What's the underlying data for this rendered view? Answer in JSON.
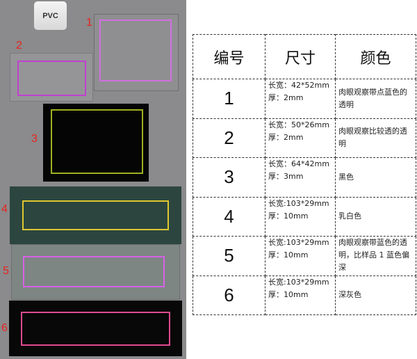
{
  "photo": {
    "label": "PVC",
    "samples": [
      {
        "number": "1",
        "board_color": "#8f8f91",
        "frame_color": "#d070e0"
      },
      {
        "number": "2",
        "board_color": "#959597",
        "frame_color": "#c040d0"
      },
      {
        "number": "3",
        "board_color": "#050505",
        "frame_color": "#a0b020"
      },
      {
        "number": "4",
        "board_color": "#2c463f",
        "frame_color": "#e0c830"
      },
      {
        "number": "5",
        "board_color": "#7d8683",
        "frame_color": "#d860e8"
      },
      {
        "number": "6",
        "board_color": "#080808",
        "frame_color": "#e04a90"
      }
    ],
    "number_color": "#e8231e"
  },
  "table": {
    "headers": [
      "编号",
      "尺寸",
      "颜色"
    ],
    "rows": [
      {
        "id": "1",
        "size": "长宽：42*52mm",
        "thickness": "厚：2mm",
        "color": "肉眼观察带点蓝色的透明"
      },
      {
        "id": "2",
        "size": "长宽：50*26mm",
        "thickness": "厚：2mm",
        "color": "肉眼观察比较透的透明"
      },
      {
        "id": "3",
        "size": "长宽：64*42mm",
        "thickness": "厚：3mm",
        "color": "黑色"
      },
      {
        "id": "4",
        "size": "长宽:103*29mm",
        "thickness": "厚：10mm",
        "color": "乳白色"
      },
      {
        "id": "5",
        "size": "长宽:103*29mm",
        "thickness": "厚：10mm",
        "color": "肉眼观察带蓝色的透明，比样品 1 蓝色偏深"
      },
      {
        "id": "6",
        "size": "长宽:103*29mm",
        "thickness": "厚：10mm",
        "color": "深灰色"
      }
    ]
  }
}
